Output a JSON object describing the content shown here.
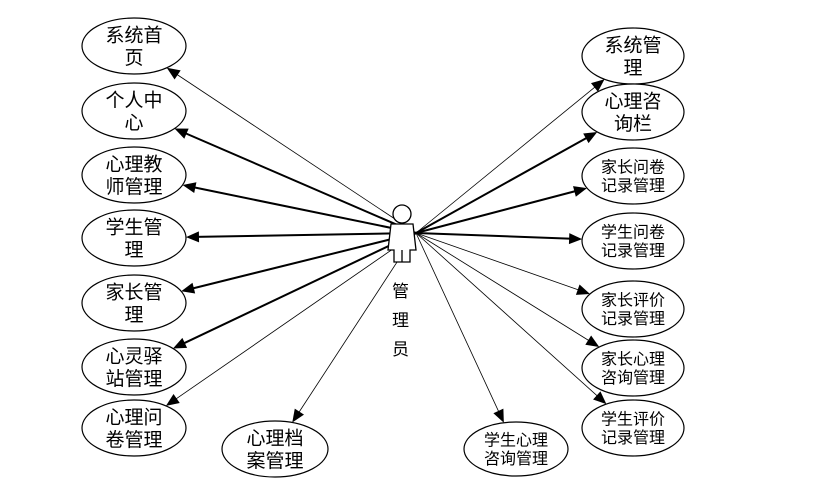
{
  "actor": {
    "name": "管理员"
  },
  "use_cases": [
    {
      "id": "uc-system-home",
      "label": [
        "系统首",
        "页"
      ]
    },
    {
      "id": "uc-personal-center",
      "label": [
        "个人中",
        "心"
      ]
    },
    {
      "id": "uc-teacher-mgmt",
      "label": [
        "心理教",
        "师管理"
      ]
    },
    {
      "id": "uc-student-mgmt",
      "label": [
        "学生管",
        "理"
      ]
    },
    {
      "id": "uc-parent-mgmt",
      "label": [
        "家长管",
        "理"
      ]
    },
    {
      "id": "uc-station-mgmt",
      "label": [
        "心灵驿",
        "站管理"
      ]
    },
    {
      "id": "uc-questionnaire-mgmt",
      "label": [
        "心理问",
        "卷管理"
      ]
    },
    {
      "id": "uc-archive-mgmt",
      "label": [
        "心理档",
        "案管理"
      ]
    },
    {
      "id": "uc-student-consult-mgmt",
      "label": [
        "学生心理",
        "咨询管理"
      ]
    },
    {
      "id": "uc-system-mgmt",
      "label": [
        "系统管",
        "理"
      ]
    },
    {
      "id": "uc-consult-column",
      "label": [
        "心理咨",
        "询栏"
      ]
    },
    {
      "id": "uc-parent-q-record",
      "label": [
        "家长问卷",
        "记录管理"
      ]
    },
    {
      "id": "uc-student-q-record",
      "label": [
        "学生问卷",
        "记录管理"
      ]
    },
    {
      "id": "uc-parent-eval-record",
      "label": [
        "家长评价",
        "记录管理"
      ]
    },
    {
      "id": "uc-parent-consult-mgmt",
      "label": [
        "家长心理",
        "咨询管理"
      ]
    },
    {
      "id": "uc-student-eval-record",
      "label": [
        "学生评价",
        "记录管理"
      ]
    }
  ]
}
